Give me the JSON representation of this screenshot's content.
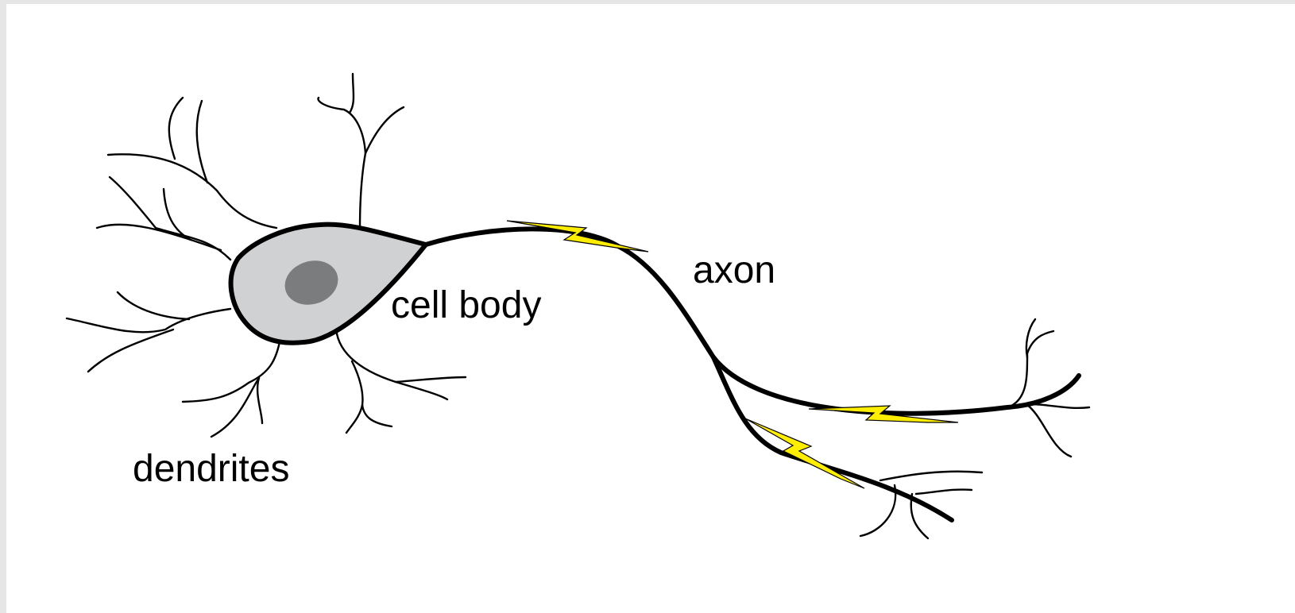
{
  "diagram": {
    "labels": {
      "cell_body": "cell body",
      "axon": "axon",
      "dendrites": "dendrites"
    },
    "colors": {
      "background": "#ffffff",
      "border": "#e6e6e6",
      "cell_body_fill": "#d0d1d3",
      "nucleus_fill": "#7a7c7e",
      "signal_fill": "#ffee00",
      "line": "#000000"
    },
    "icons": {
      "signal": "lightning-bolt-icon"
    }
  }
}
